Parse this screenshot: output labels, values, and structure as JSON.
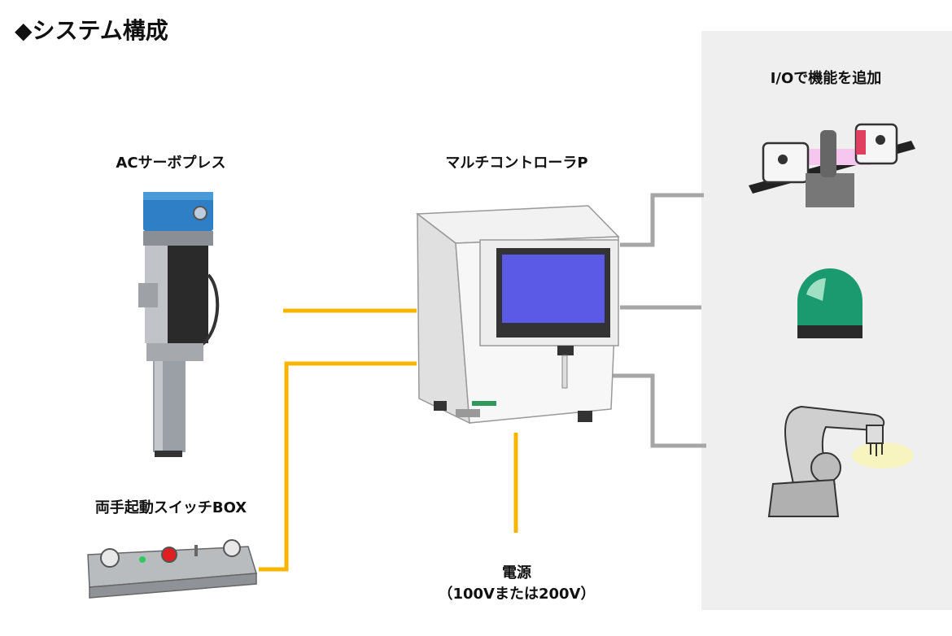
{
  "header": {
    "title": "◆システム構成"
  },
  "labels": {
    "servo_press": "ACサーボプレス",
    "controller": "マルチコントローラP",
    "io_panel": "I/Oで機能を追加",
    "switch_box": "両手起動スイッチBOX",
    "power_line1": "電源",
    "power_line2": "（100Vまたは200V）"
  },
  "colors": {
    "power_wire": "#f7b500",
    "io_wire": "#a6a6a6",
    "panel_bg": "#efefef",
    "screen": "#5a5ae6",
    "press_head": "#2e7fc6",
    "signal_tower": "#1a9a6e"
  },
  "icons": [
    "servo-press-icon",
    "controller-icon",
    "sensor-icon",
    "signal-tower-icon",
    "robot-arm-icon",
    "switch-box-icon"
  ]
}
